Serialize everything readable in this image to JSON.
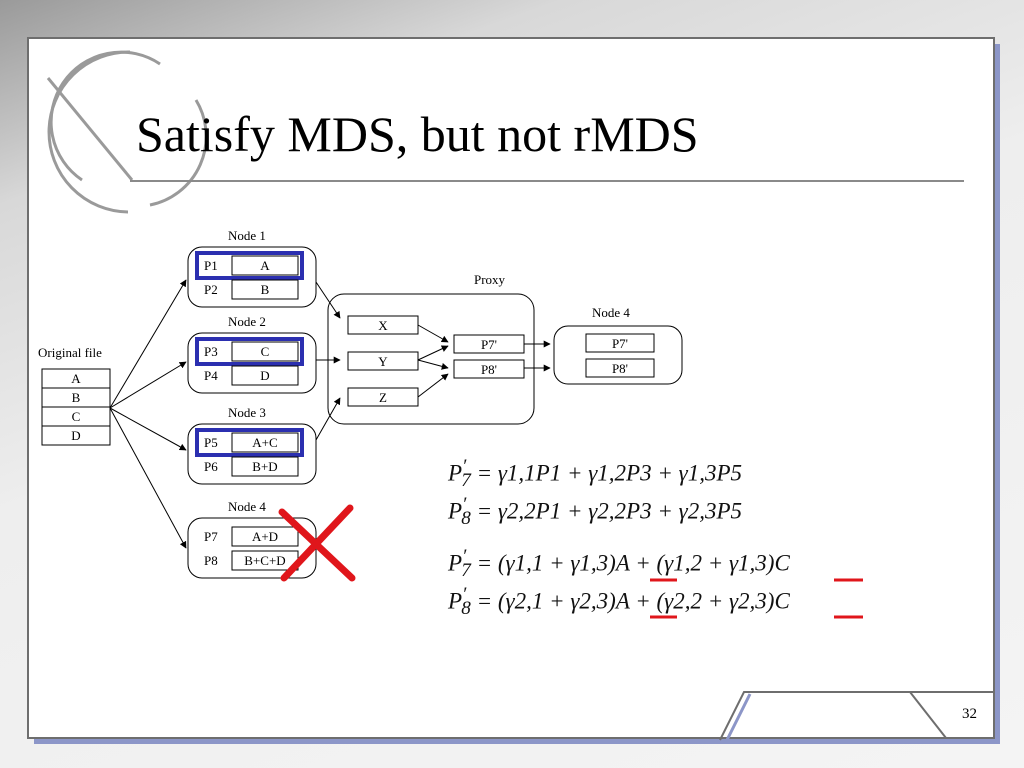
{
  "slide": {
    "title": "Satisfy MDS, but not rMDS",
    "page_number": "32"
  },
  "diagram": {
    "original_file": {
      "label": "Original file",
      "rows": [
        "A",
        "B",
        "C",
        "D"
      ]
    },
    "nodes": [
      {
        "title": "Node 1",
        "rows": [
          {
            "p": "P1",
            "v": "A",
            "highlight": true
          },
          {
            "p": "P2",
            "v": "B",
            "highlight": false
          }
        ]
      },
      {
        "title": "Node 2",
        "rows": [
          {
            "p": "P3",
            "v": "C",
            "highlight": true
          },
          {
            "p": "P4",
            "v": "D",
            "highlight": false
          }
        ]
      },
      {
        "title": "Node 3",
        "rows": [
          {
            "p": "P5",
            "v": "A+C",
            "highlight": true
          },
          {
            "p": "P6",
            "v": "B+D",
            "highlight": false
          }
        ]
      },
      {
        "title": "Node 4",
        "rows": [
          {
            "p": "P7",
            "v": "A+D",
            "highlight": false
          },
          {
            "p": "P8",
            "v": "B+C+D",
            "highlight": false
          }
        ]
      }
    ],
    "proxy": {
      "label": "Proxy",
      "inputs": [
        "X",
        "Y",
        "Z"
      ],
      "outputs": [
        "P7'",
        "P8'"
      ]
    },
    "new_node": {
      "title": "Node 4",
      "rows": [
        "P7'",
        "P8'"
      ]
    },
    "failed_node_mark": "cross-mark",
    "highlight_color": "#2b2fb0",
    "mark_color": "#e0161b"
  },
  "equations": {
    "line1": {
      "lhs": "P",
      "lhs_sup": "′",
      "lhs_sub": "7",
      "rhs": "= γ1,1P1 + γ1,2P3 + γ1,3P5"
    },
    "line2": {
      "lhs": "P",
      "lhs_sup": "′",
      "lhs_sub": "8",
      "rhs": "= γ2,2P1 + γ2,2P3 + γ2,3P5"
    },
    "line3": {
      "lhs": "P",
      "lhs_sup": "′",
      "lhs_sub": "7",
      "rhs": "= (γ1,1 + γ1,3)A + (γ1,2 + γ1,3)C"
    },
    "line4": {
      "lhs": "P",
      "lhs_sup": "′",
      "lhs_sub": "8",
      "rhs": "= (γ2,1 + γ2,3)A + (γ2,2 + γ2,3)C"
    }
  }
}
